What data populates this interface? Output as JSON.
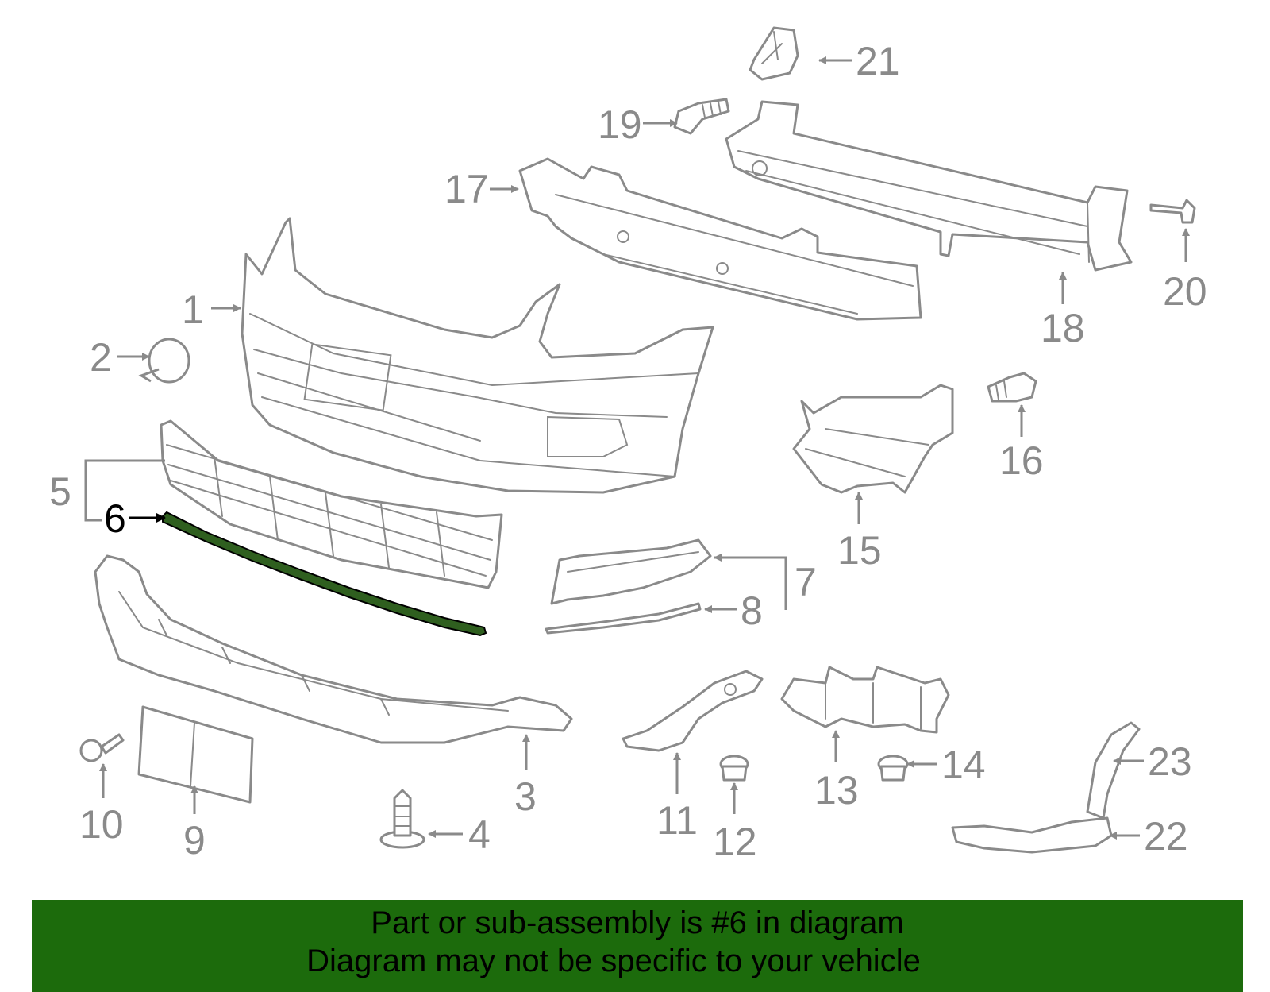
{
  "highlight_color": "#1c6b0c",
  "highlighted_part": "6",
  "callouts": {
    "c1": "1",
    "c2": "2",
    "c3": "3",
    "c4": "4",
    "c5": "5",
    "c6": "6",
    "c7": "7",
    "c8": "8",
    "c9": "9",
    "c10": "10",
    "c11": "11",
    "c12": "12",
    "c13": "13",
    "c14": "14",
    "c15": "15",
    "c16": "16",
    "c17": "17",
    "c18": "18",
    "c19": "19",
    "c20": "20",
    "c21": "21",
    "c22": "22",
    "c23": "23"
  },
  "banner": {
    "line1": "Part or sub-assembly is #6 in diagram",
    "line2": "Diagram may not be specific to your vehicle"
  }
}
